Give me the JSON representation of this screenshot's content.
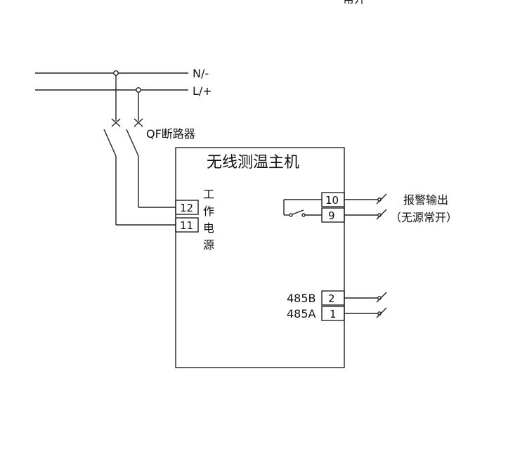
{
  "top_cut_text": "常开",
  "lines": {
    "neutral": "N/-",
    "live": "L/+"
  },
  "breaker_label": "QF断路器",
  "host_title": "无线测温主机",
  "power": {
    "label_chars": [
      "工",
      "作",
      "电",
      "源"
    ],
    "terminal_12": "12",
    "terminal_11": "11"
  },
  "alarm": {
    "terminal_10": "10",
    "terminal_9": "9",
    "label": "报警输出",
    "sublabel": "（无源常开）"
  },
  "rs485": {
    "b_label": "485B",
    "a_label": "485A",
    "terminal_2": "2",
    "terminal_1": "1"
  }
}
